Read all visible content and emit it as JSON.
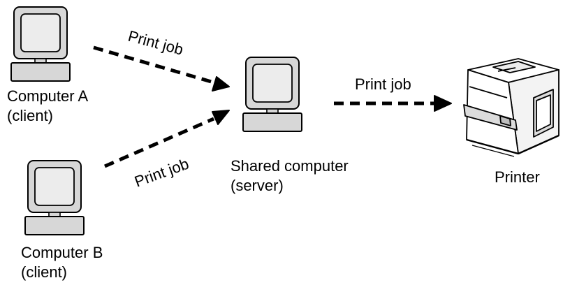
{
  "nodes": {
    "computer_a": {
      "name": "Computer A",
      "role": "(client)"
    },
    "computer_b": {
      "name": "Computer B",
      "role": "(client)"
    },
    "server": {
      "name": "Shared computer",
      "role": "(server)"
    },
    "printer": {
      "name": "Printer"
    }
  },
  "edges": {
    "a_to_server": "Print job",
    "b_to_server": "Print job",
    "server_to_printer": "Print job"
  },
  "colors": {
    "monitor_fill": "#d7d7d7",
    "screen_fill": "#ececec",
    "stroke": "#000000"
  }
}
